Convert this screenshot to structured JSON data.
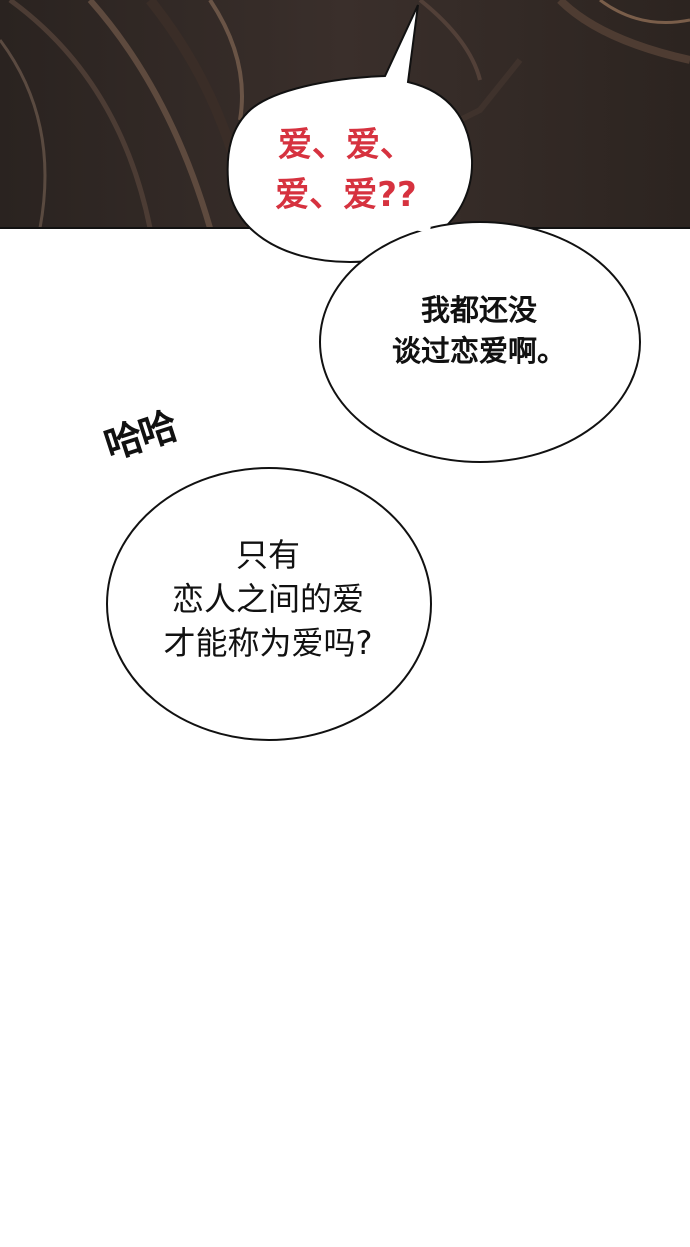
{
  "bubbles": {
    "shout": {
      "line1": "爱、爱、",
      "line2": "爱、爱??",
      "color": "#d6323f"
    },
    "never_dated": {
      "line1": "我都还没",
      "line2": "谈过恋爱啊。"
    },
    "only_lovers": {
      "line1": "只有",
      "line2": "恋人之间的爱",
      "line3": "才能称为爱吗?"
    }
  },
  "sfx": {
    "laugh": "哈哈"
  },
  "colors": {
    "background": "#ffffff",
    "scene_dark": "#2e2622",
    "accent_red": "#d6323f"
  }
}
